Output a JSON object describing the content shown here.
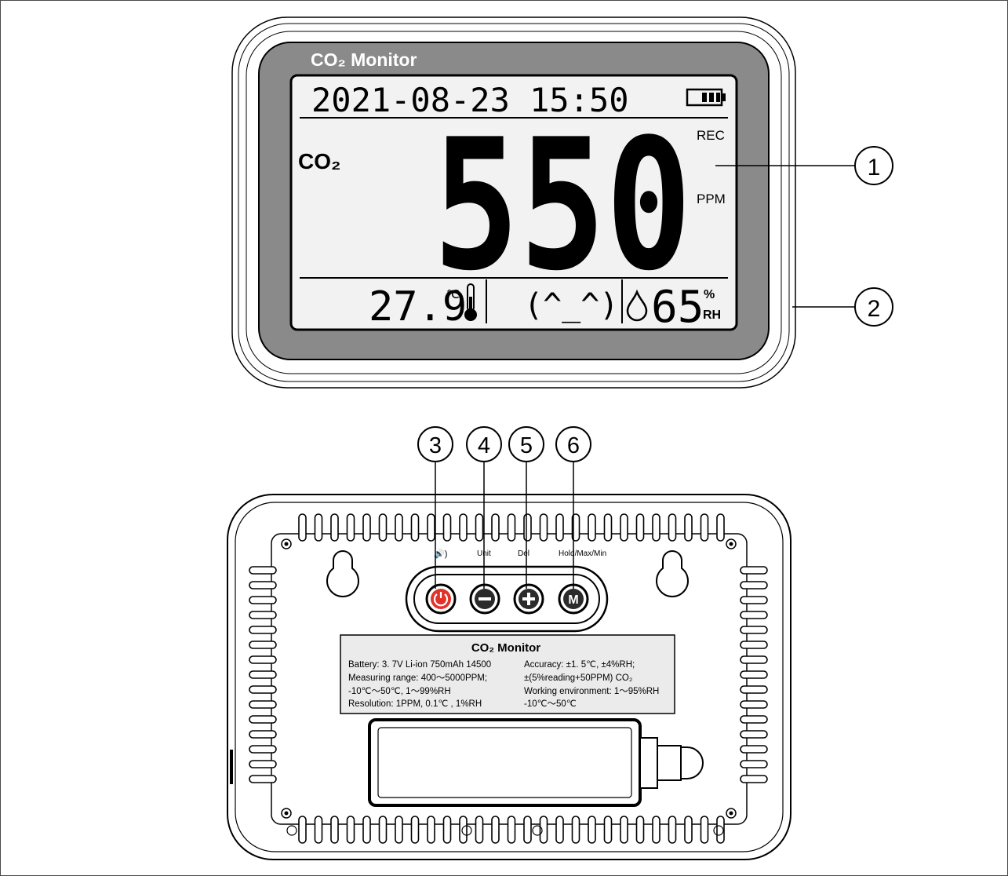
{
  "front": {
    "device_title": "CO₂ Monitor",
    "datetime": "2021-08-23  15:50",
    "co2_label": "CO₂",
    "co2_value": "550",
    "rec_label": "REC",
    "ppm_label": "PPM",
    "temperature": "27.9",
    "temp_unit": "℃",
    "emoticon": "(^_^)",
    "humidity": "65",
    "humidity_unit_top": "%",
    "humidity_unit_bottom": "RH",
    "battery_bars": 3
  },
  "callouts": {
    "c1": "1",
    "c2": "2",
    "c3": "3",
    "c4": "4",
    "c5": "5",
    "c6": "6"
  },
  "back": {
    "button_labels": {
      "power": "🔊)",
      "minus": "Unit",
      "plus": "Del",
      "mode": "Hold/Max/Min"
    },
    "mode_button_glyph": "M",
    "label": {
      "title": "CO₂ Monitor",
      "left": [
        "Battery: 3. 7V Li-ion 750mAh 14500",
        "Measuring range: 400～5000PPM;",
        "-10℃～50℃, 1～99%RH",
        "Resolution: 1PPM, 0.1℃ , 1%RH"
      ],
      "right": [
        "Accuracy: ±1. 5℃, ±4%RH;",
        "±(5%reading+50PPM) CO₂",
        "Working environment: 1～95%RH",
        "-10℃～50℃"
      ]
    }
  },
  "colors": {
    "bezel": "#8a8a8a",
    "screen": "#f2f2f2",
    "power_button": "#e0342b",
    "button": "#2b2b2b",
    "casing": "#ffffff",
    "outline": "#000000"
  }
}
